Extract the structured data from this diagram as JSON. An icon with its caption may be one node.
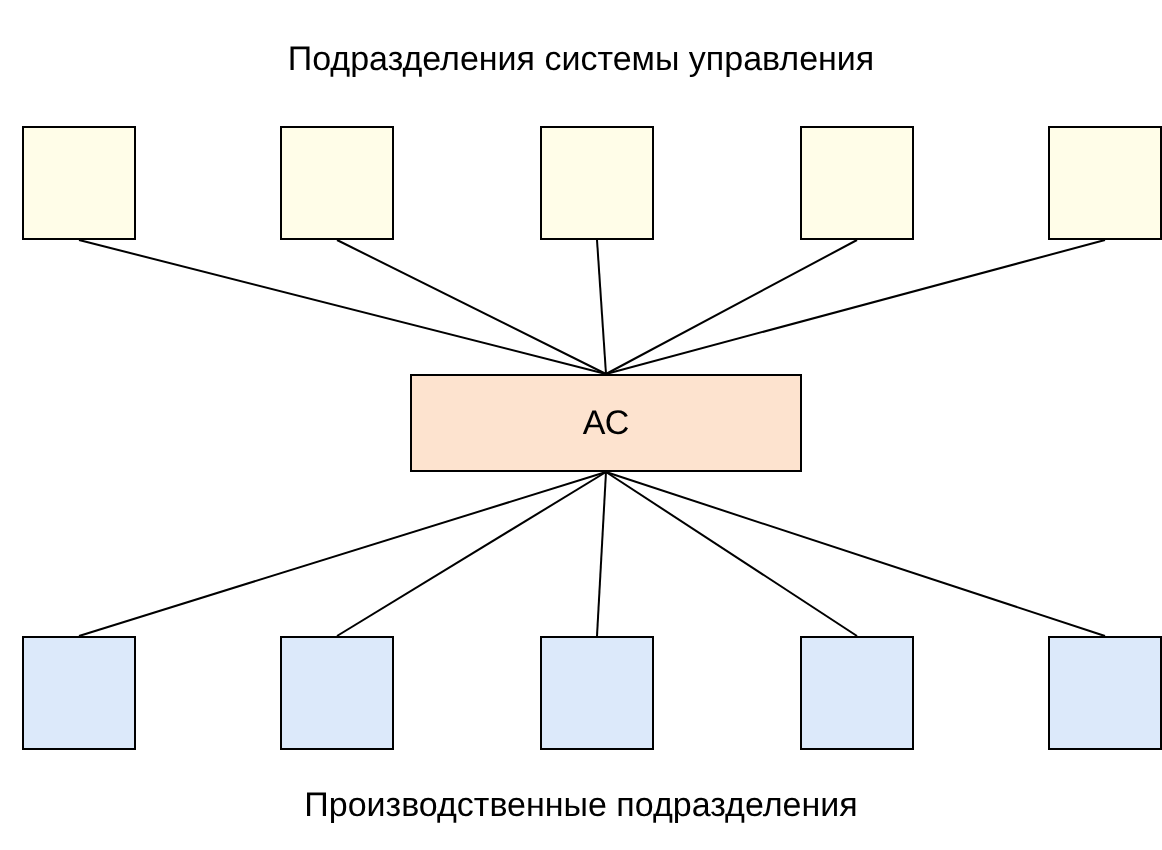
{
  "diagram": {
    "title": "Подразделения системы управления",
    "caption": "Производственные подразделения",
    "nodes": [
      {
        "text": [],
        "shape": "box"
      },
      {
        "text": [],
        "shape": "box"
      },
      {
        "text": [],
        "shape": "box"
      },
      {
        "text": [],
        "shape": "box"
      },
      {
        "text": [],
        "shape": "box"
      },
      {
        "text": [
          "АС"
        ]
      },
      {
        "text": [],
        "shape": "box"
      },
      {
        "text": [],
        "shape": "box"
      },
      {
        "text": [],
        "shape": "box"
      },
      {
        "text": [],
        "shape": "box"
      },
      {
        "text": [],
        "shape": "box"
      }
    ],
    "edges": [
      {
        "from": 0,
        "to": 5,
        "arrow": "none"
      },
      {
        "from": 1,
        "to": 5,
        "arrow": "none"
      },
      {
        "from": 2,
        "to": 5,
        "arrow": "none"
      },
      {
        "from": 3,
        "to": 5,
        "arrow": "none"
      },
      {
        "from": 4,
        "to": 5,
        "arrow": "none"
      },
      {
        "from": 5,
        "to": 6,
        "arrow": "none"
      },
      {
        "from": 5,
        "to": 7,
        "arrow": "none"
      },
      {
        "from": 5,
        "to": 8,
        "arrow": "none"
      },
      {
        "from": 5,
        "to": 9,
        "arrow": "none"
      },
      {
        "from": 5,
        "to": 10,
        "arrow": "none"
      }
    ]
  }
}
